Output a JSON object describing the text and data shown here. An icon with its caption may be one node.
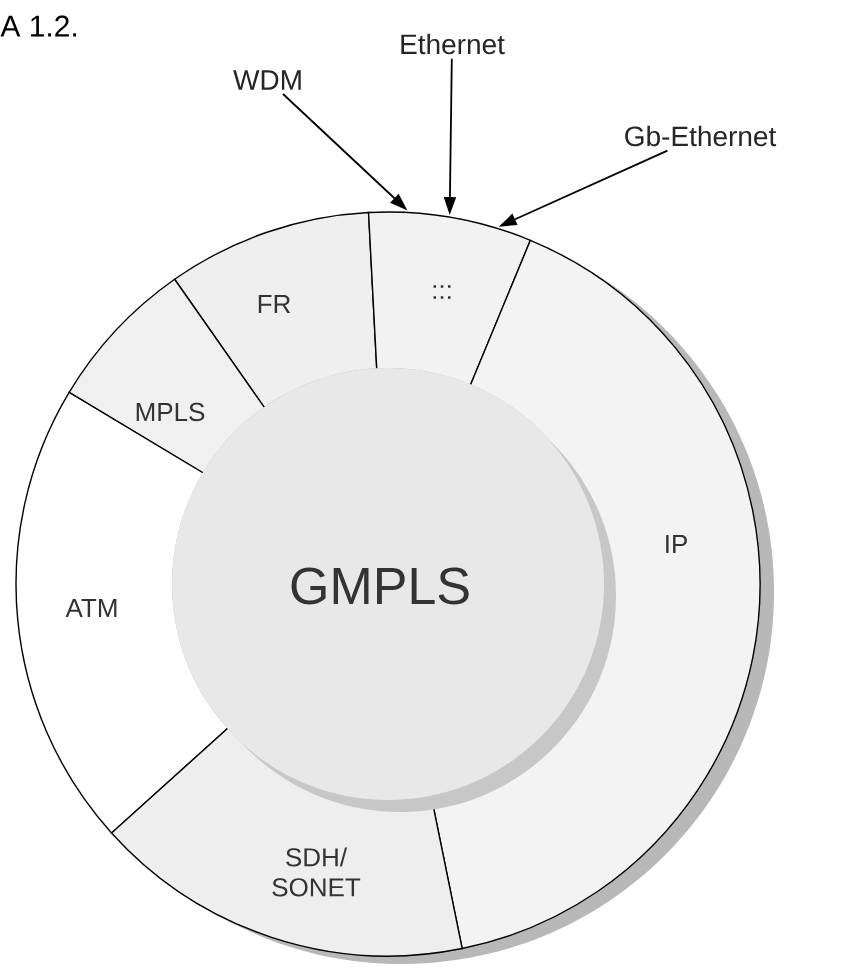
{
  "diagram": {
    "nodes": [
      {
        "text": [
          "Ethernet"
        ]
      },
      {
        "text": [
          "WDM"
        ]
      },
      {
        "text": [
          "Gb-Ethernet"
        ]
      },
      {
        "text": [
          "FR"
        ]
      },
      {
        "text": [
          ":::"
        ]
      },
      {
        "text": [
          "MPLS"
        ]
      },
      {
        "text": [
          "IP"
        ]
      },
      {
        "text": [
          "GMPLS"
        ]
      },
      {
        "text": [
          "ATM"
        ]
      },
      {
        "text": [
          "SDH/ SONET"
        ]
      }
    ],
    "edges": [
      {
        "from": 1,
        "to": 4,
        "arrow": "to"
      },
      {
        "from": 0,
        "to": 4,
        "arrow": "to"
      },
      {
        "from": 2,
        "to": 4,
        "arrow": "to"
      }
    ],
    "labels": [
      "A 1.2."
    ]
  }
}
